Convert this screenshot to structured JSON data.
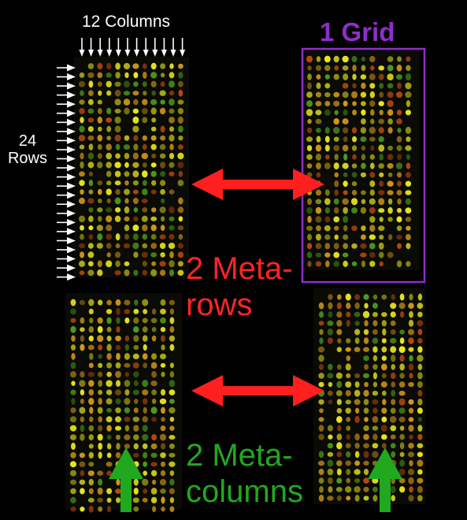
{
  "labels": {
    "columns": "12 Columns",
    "rows_count": "24",
    "rows_word": "Rows",
    "grid": "1 Grid",
    "metarows_line1": "2 Meta-",
    "metarows_line2": "rows",
    "metacols_line1": "2 Meta-",
    "metacols_line2": "columns"
  },
  "counts": {
    "columns": 12,
    "rows": 24,
    "meta_rows": 2,
    "meta_columns": 2
  },
  "colors": {
    "background": "#000000",
    "annotation_text": "#ffffff",
    "grid_box": "#8e2fc8",
    "meta_rows_arrow": "#ff1f1f",
    "meta_columns_arrow": "#22a81e",
    "spot_yellow": "#e8e81a",
    "spot_orange": "#d39a18",
    "spot_red": "#b84a10",
    "spot_green": "#4d9a1f"
  },
  "icons": [
    "down-arrow-icon",
    "right-arrow-icon",
    "double-headed-arrow-icon",
    "up-arrow-icon"
  ]
}
